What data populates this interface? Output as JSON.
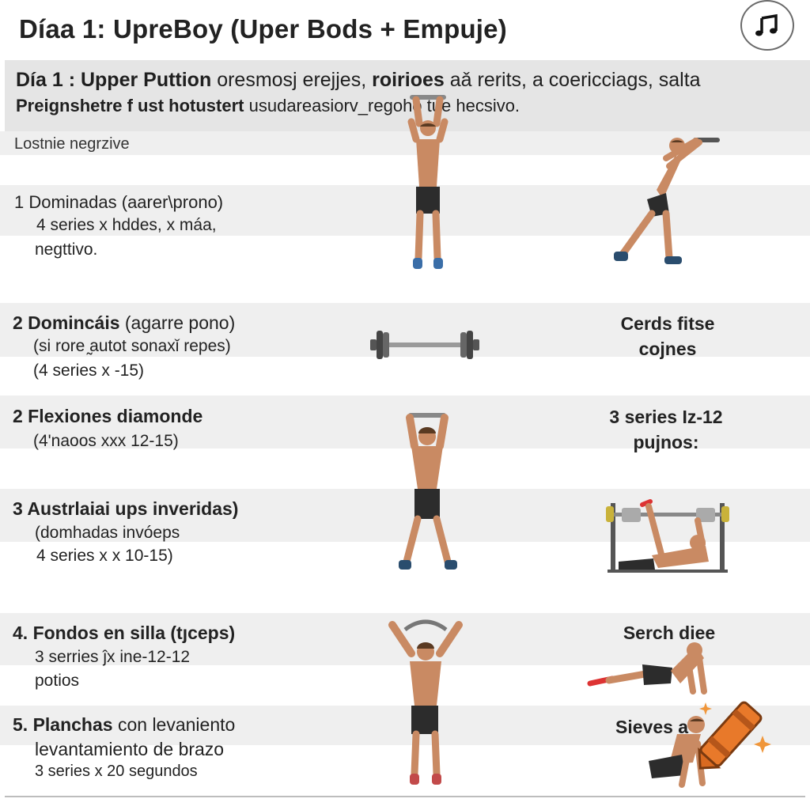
{
  "page": {
    "title": "Díaa 1: UpreBoy (Uper Bods + Empuje)"
  },
  "header": {
    "line1_bold": "Día 1 : Upper Puttion",
    "line1_rest": "oresmosj erejjes,",
    "line1_bold2": "roirioes",
    "line1_tail": "aǎ rerits, a coericciags, salta",
    "line2_bold": "Preignshetre f ust hotustert",
    "line2_rest": "usudareasiorv_regoho tue hecsivo."
  },
  "subtitle": "Lostnie negrzive",
  "exercises": [
    {
      "title": "1  Dominadas  (aarer\\prono)",
      "line2": "4 series  x  hddes, x máa,",
      "line3": "negttivo.",
      "right_label_1": "",
      "right_label_2": ""
    },
    {
      "title": "2  Domincáis",
      "title_rest": "(agarre pono)",
      "line2": "(si rore ̰autot sonaxǐ repes)",
      "line3": "(4 series  x -15)",
      "right_label_1": "Cerds fitse",
      "right_label_2": "cojnes"
    },
    {
      "title": "2  Flexiones diamonde",
      "line2": "(4'naoos хxх 12-15)",
      "line3": "",
      "right_label_1": "3 series Ɩz-12",
      "right_label_2": "pujnos:"
    },
    {
      "title": "3  Austrlaiai ups inveridas)",
      "line2": "(domhadas invóeps",
      "line3": "4 series  x x 10-15)",
      "right_label_1": "",
      "right_label_2": ""
    },
    {
      "title": "4. Fondos en silla (tȷceps)",
      "line2": "3 serries ĵx ine-12-12",
      "line3": "potios",
      "right_label_1": "Serch  diee",
      "right_label_2": ""
    },
    {
      "title": "5. Planchas",
      "title_rest": "con levaniento",
      "line2": "levantamiento de brazo",
      "line3": "3 series x 20 segundos",
      "right_label_1": "Sieves a",
      "right_label_2": ""
    }
  ],
  "icons": {
    "music": "music-note-icon",
    "crayon": "crayon-icon"
  },
  "colors": {
    "skin": "#c98a63",
    "shorts": "#2c2c2c",
    "crayon": "#e8792a",
    "band": "#efefef",
    "header": "#e5e5e5"
  }
}
